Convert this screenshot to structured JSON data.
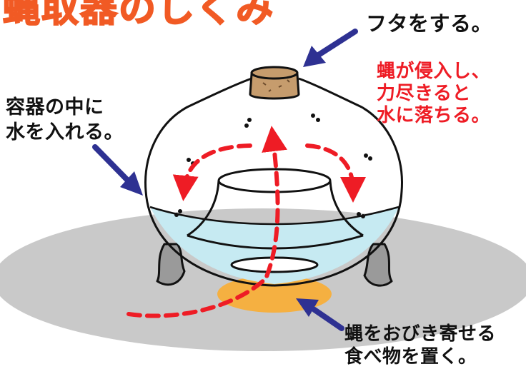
{
  "title": "蝿取器のしくみ",
  "labels": {
    "lid": "フタをする。",
    "water": [
      "容器の中に",
      "水を入れる。"
    ],
    "fly": [
      "蝿が侵入し、",
      "力尽きると",
      "水に落ちる。"
    ],
    "bait": [
      "蝿をおびき寄せる",
      "食べ物を置く。"
    ]
  },
  "colors": {
    "title": "#f15a24",
    "emphasis_text": "#ee1c25",
    "arrow_callout": "#2e3192",
    "flight_path": "#ee1c25",
    "water": "#c6eaf2",
    "bait": "#f5b041",
    "floor_shadow": "#c9c9c9",
    "cork": "#c69c6d",
    "feet": "#9a9a9a"
  },
  "icons": {
    "flies": "fly-icon",
    "callout_arrows": "arrow-icon"
  }
}
